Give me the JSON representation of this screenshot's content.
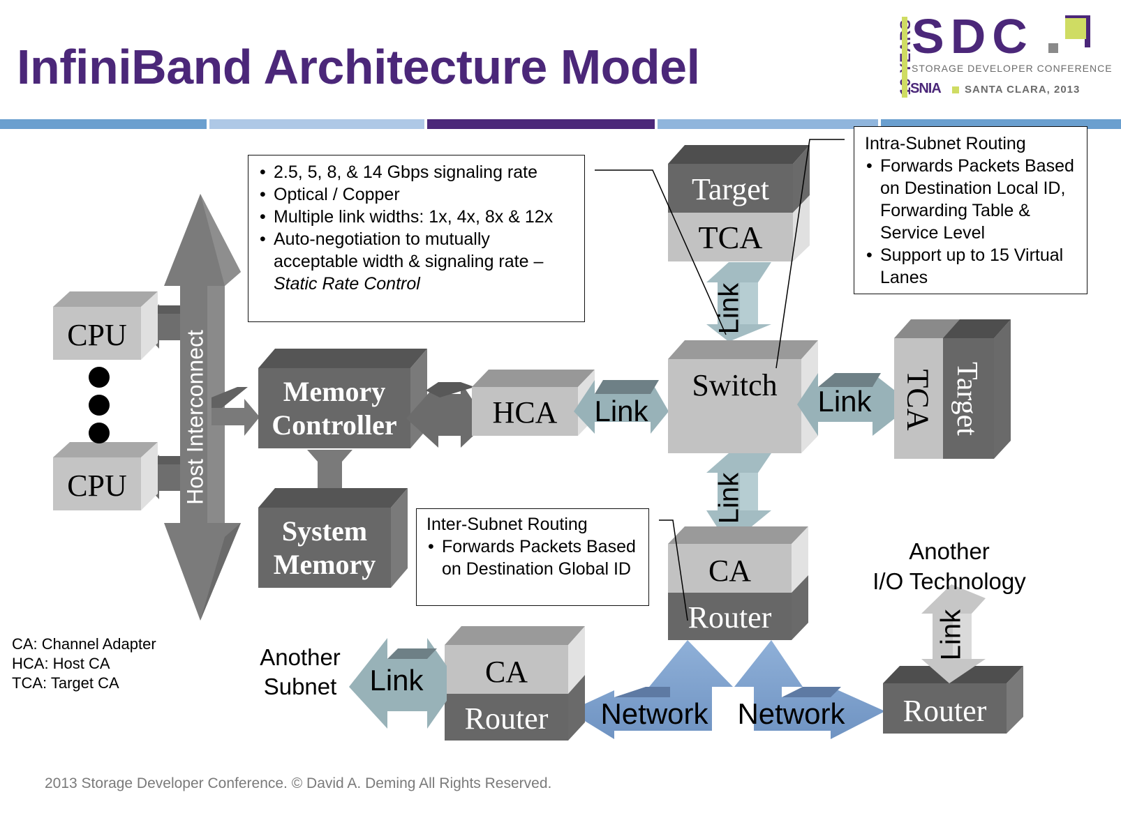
{
  "slide": {
    "title": "InfiniBand Architecture Model",
    "footer": "2013 Storage Developer Conference. © David A. Deming  All Rights Reserved."
  },
  "logo": {
    "years": "10 YEARS",
    "brand": "SDC",
    "subtitle": "STORAGE DEVELOPER CONFERENCE",
    "org": "SNIA",
    "location": "SANTA CLARA, 2013",
    "colors": {
      "purple": "#4b2779",
      "green": "#cfdc63",
      "gray": "#8a8a8a"
    }
  },
  "header_band": {
    "segments": [
      "#6a9fcf",
      "#aec8e6",
      "#4b2779",
      "#90b5dc",
      "#6a9fcf"
    ]
  },
  "callouts": {
    "link": {
      "items": [
        "2.5, 5, 8, & 14 Gbps signaling rate",
        "Optical / Copper",
        "Multiple link widths: 1x, 4x, 8x & 12x",
        "Auto-negotiation to mutually acceptable width & signaling rate –"
      ],
      "italic_tail": "Static Rate Control"
    },
    "switch": {
      "heading": "Intra-Subnet Routing",
      "items": [
        "Forwards Packets Based on Destination Local ID, Forwarding Table & Service Level",
        "Support up to 15 Virtual Lanes"
      ]
    },
    "router": {
      "heading": "Inter-Subnet Routing",
      "items": [
        "Forwards Packets Based on Destination Global ID"
      ]
    }
  },
  "diagram": {
    "cpu_top": "CPU",
    "cpu_bottom": "CPU",
    "host_interconnect": "Host Interconnect",
    "memory_controller": [
      "Memory",
      "Controller"
    ],
    "system_memory": [
      "System",
      "Memory"
    ],
    "hca": "HCA",
    "switch": "Switch",
    "top_target": "Target",
    "top_tca": "TCA",
    "right_tca": "TCA",
    "right_target": "Target",
    "center_ca": "CA",
    "center_router": "Router",
    "left_ca": "CA",
    "left_router": "Router",
    "right_router": "Router",
    "link": "Link",
    "network": "Network",
    "another_subnet": [
      "Another",
      "Subnet"
    ],
    "another_io": [
      "Another",
      "I/O Technology"
    ]
  },
  "legend": [
    "CA: Channel Adapter",
    "HCA: Host CA",
    "TCA: Target CA"
  ]
}
